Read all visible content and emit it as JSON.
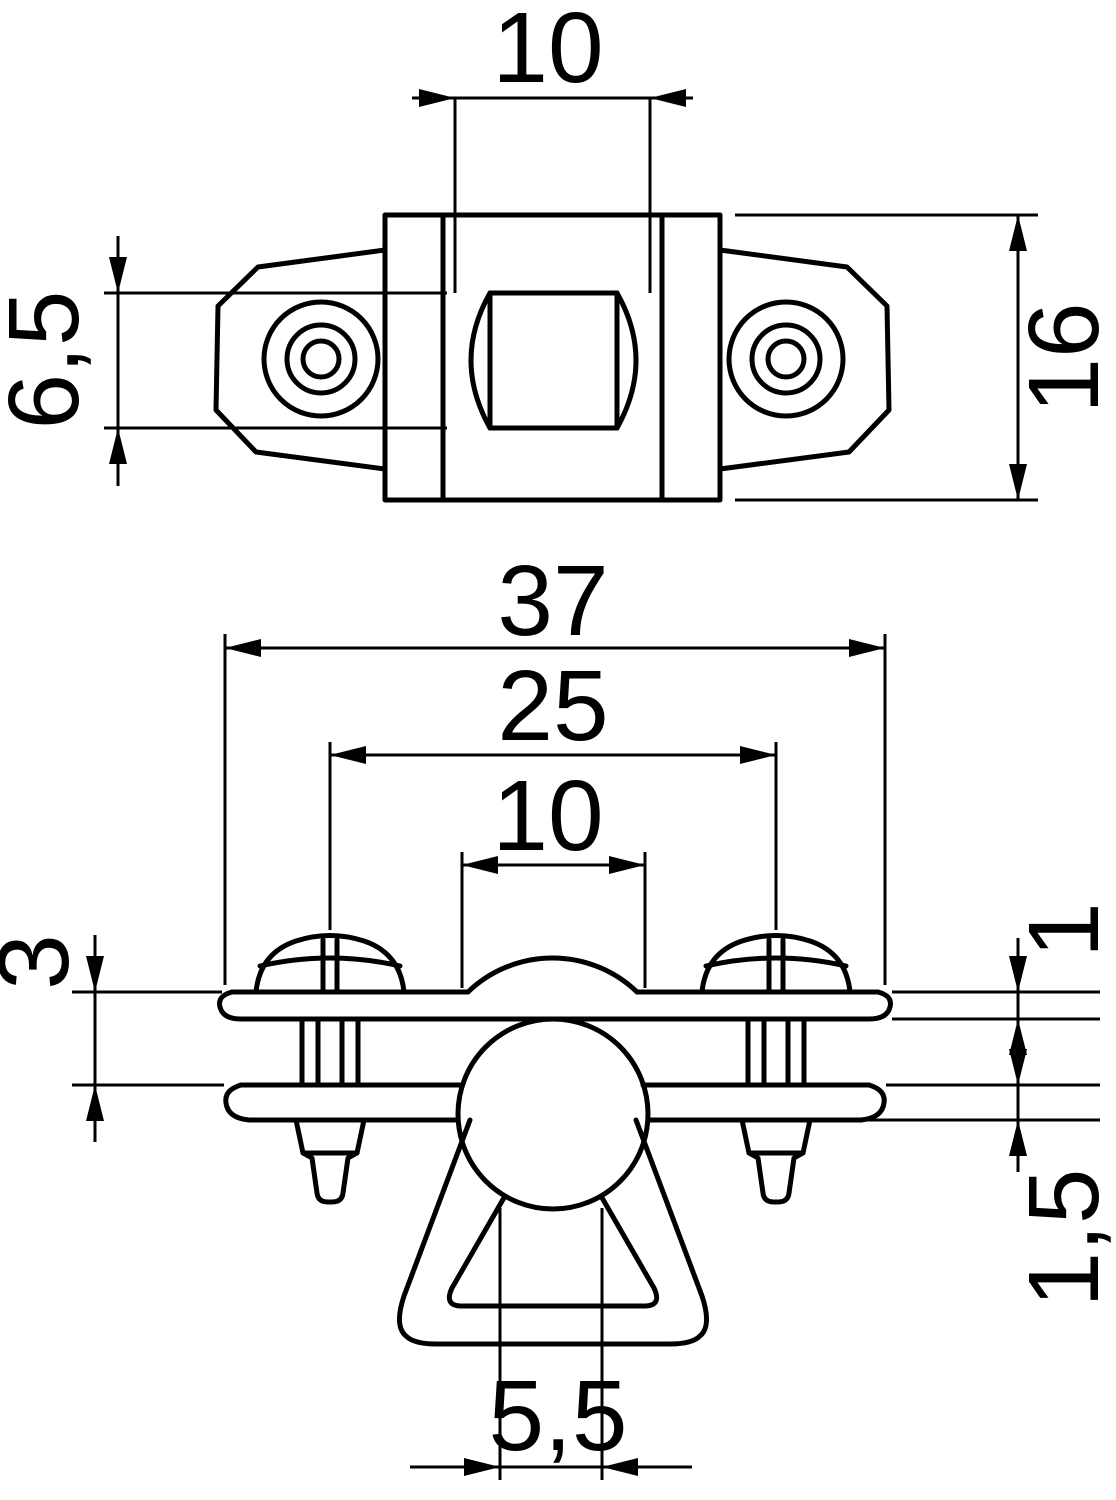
{
  "dimensions": {
    "top_view": {
      "slot_width": "10",
      "slot_height": "6,5",
      "body_height": "16"
    },
    "front_view": {
      "overall_width": "37",
      "hole_spacing": "25",
      "saddle_width": "10",
      "plate_gap": "3",
      "upper_plate_thickness": "1",
      "lower_plate_thickness": "1,5",
      "bottom_slot_width": "5,5"
    }
  },
  "colors": {
    "line": "#000000",
    "background": "#ffffff"
  }
}
